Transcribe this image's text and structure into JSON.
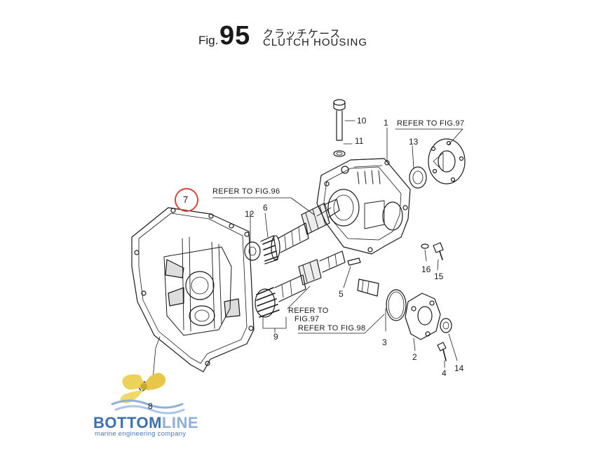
{
  "header": {
    "fig_prefix": "Fig.",
    "fig_number": "95",
    "title_jp": "クラッチケース",
    "title_en": "CLUTCH HOUSING"
  },
  "callouts": {
    "ref_fig96": "REFER TO FIG.96",
    "ref_fig97_top": "REFER TO FIG.97",
    "ref_to": "REFER TO",
    "ref_fig97_mid": "FIG.97",
    "ref_fig98": "REFER TO FIG.98"
  },
  "part_numbers": {
    "p1": "1",
    "p2": "2",
    "p3": "3",
    "p4": "4",
    "p5": "5",
    "p6": "6",
    "p7": "7",
    "p8": "8",
    "p9": "9",
    "p10": "10",
    "p11": "11",
    "p12": "12",
    "p13": "13",
    "p14": "14",
    "p15": "15",
    "p16": "16"
  },
  "highlight": {
    "part": "7",
    "color": "#d8453a"
  },
  "logo": {
    "word_part1": "BOTTOM",
    "word_part2": "LINE",
    "tagline": "marine engineering company",
    "colors": {
      "primary": "#3b6fb0",
      "secondary": "#8cb0d8",
      "propeller": "#ecd25a"
    }
  }
}
